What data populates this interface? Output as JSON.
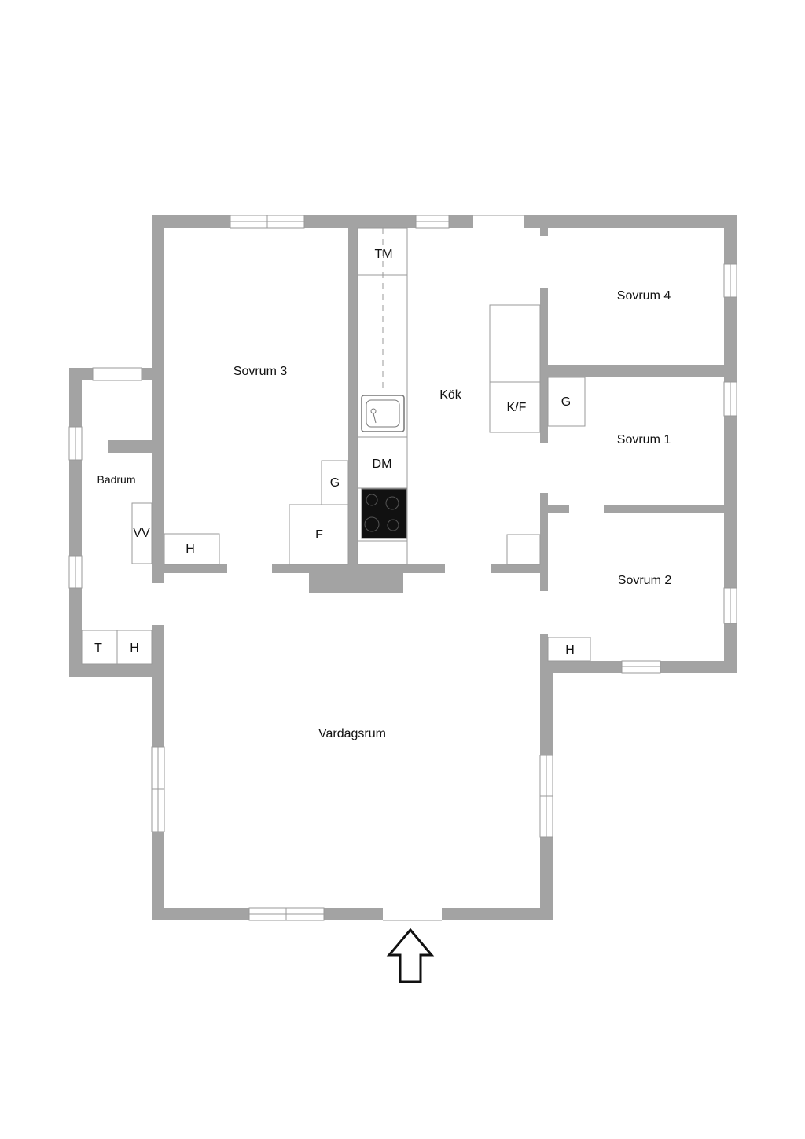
{
  "rooms": {
    "sovrum3": "Sovrum 3",
    "sovrum4": "Sovrum 4",
    "sovrum1": "Sovrum 1",
    "sovrum2": "Sovrum 2",
    "kok": "Kök",
    "badrum": "Badrum",
    "vardagsrum": "Vardagsrum"
  },
  "fixtures": {
    "tm": "TM",
    "dm": "DM",
    "kf": "K/F",
    "g_kitchen": "G",
    "g_sovrum3": "G",
    "f_sovrum3": "F",
    "h_sovrum3": "H",
    "vv": "VV",
    "t_bath": "T",
    "h_bath": "H",
    "h_sovrum2": "H"
  },
  "colors": {
    "wall": "#a3a3a3",
    "fixture_stroke": "#9a9a9a",
    "stove": "#111111"
  },
  "icons": {
    "entrance": "entrance-arrow-icon",
    "sink": "sink-icon",
    "stove": "stove-icon"
  }
}
